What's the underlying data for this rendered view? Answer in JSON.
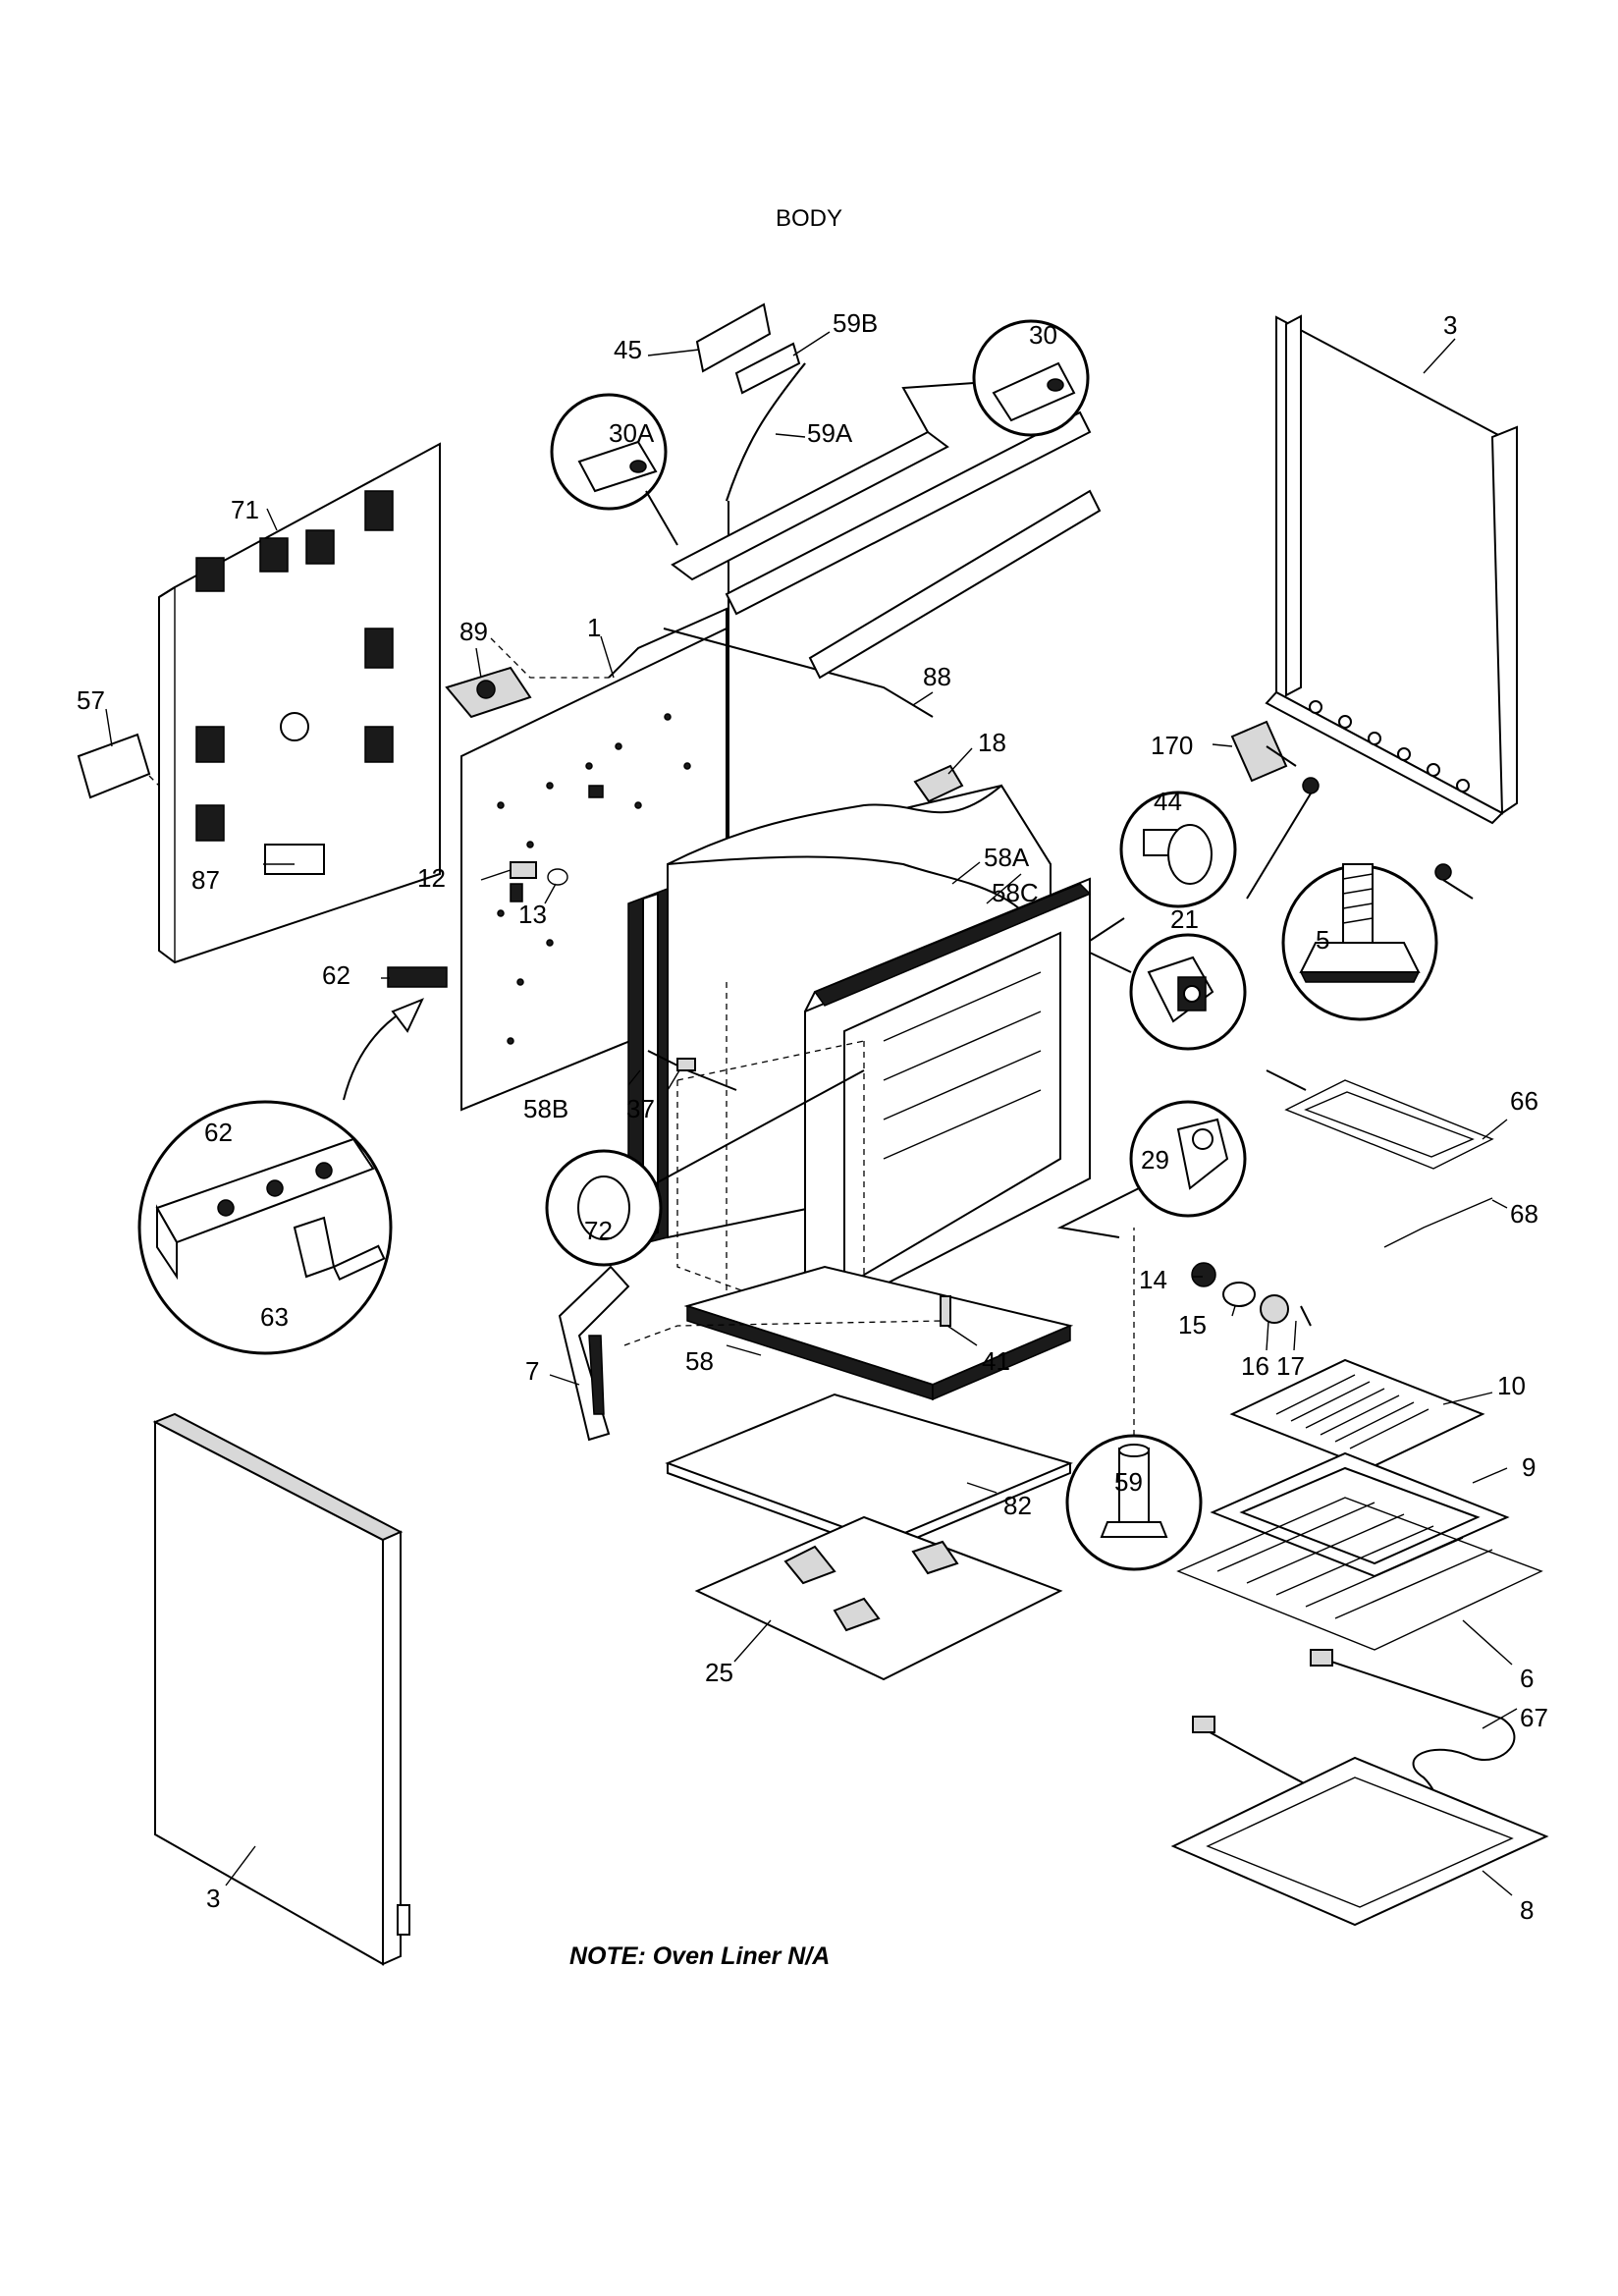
{
  "title": "BODY",
  "note": "NOTE:  Oven Liner N/A",
  "callouts": {
    "p1": "1",
    "p3_right": "3",
    "p3_left": "3",
    "p5": "5",
    "p6": "6",
    "p7": "7",
    "p8": "8",
    "p9": "9",
    "p10": "10",
    "p12": "12",
    "p13": "13",
    "p14": "14",
    "p15": "15",
    "p16": "16",
    "p17": "17",
    "p18": "18",
    "p21": "21",
    "p25": "25",
    "p29": "29",
    "p30": "30",
    "p30a": "30A",
    "p37": "37",
    "p41": "41",
    "p44": "44",
    "p45": "45",
    "p57": "57",
    "p58": "58",
    "p58a": "58A",
    "p58b": "58B",
    "p58c": "58C",
    "p59": "59",
    "p59a": "59A",
    "p59b": "59B",
    "p62": "62",
    "p62_detail": "62",
    "p63": "63",
    "p66": "66",
    "p67": "67",
    "p68": "68",
    "p71": "71",
    "p72": "72",
    "p82": "82",
    "p87": "87",
    "p88": "88",
    "p89": "89",
    "p170": "170"
  }
}
